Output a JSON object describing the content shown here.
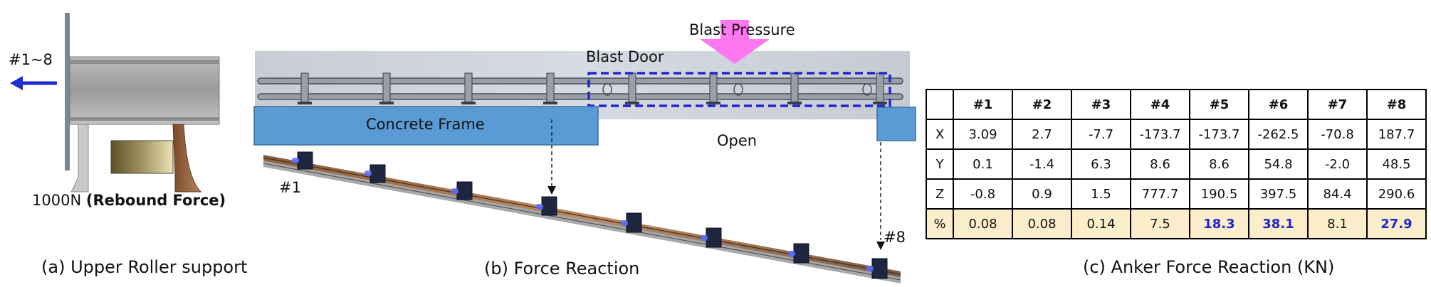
{
  "panel_a": {
    "id_label": "#1~8",
    "force_value": "1000N",
    "force_name": "(Rebound Force)",
    "caption": "(a) Upper Roller support"
  },
  "panel_b": {
    "blast_pressure": "Blast Pressure",
    "blast_door": "Blast Door",
    "concrete_frame": "Concrete Frame",
    "open": "Open",
    "anchor_first": "#1",
    "anchor_last": "#8",
    "caption": "(b) Force Reaction",
    "colors": {
      "pressure": "#ff77ee",
      "frame": "#5b9bd5",
      "dashed_box": "#1f25d6"
    }
  },
  "panel_c": {
    "caption": "(c) Anker Force Reaction (KN)",
    "columns": [
      "#1",
      "#2",
      "#3",
      "#4",
      "#5",
      "#6",
      "#7",
      "#8"
    ],
    "rows": [
      {
        "label": "X",
        "values": [
          "3.09",
          "2.7",
          "-7.7",
          "-173.7",
          "-173.7",
          "-262.5",
          "-70.8",
          "187.7"
        ]
      },
      {
        "label": "Y",
        "values": [
          "0.1",
          "-1.4",
          "6.3",
          "8.6",
          "8.6",
          "54.8",
          "-2.0",
          "48.5"
        ]
      },
      {
        "label": "Z",
        "values": [
          "-0.8",
          "0.9",
          "1.5",
          "777.7",
          "190.5",
          "397.5",
          "84.4",
          "290.6"
        ]
      },
      {
        "label": "%",
        "values": [
          "0.08",
          "0.08",
          "0.14",
          "7.5",
          "18.3",
          "38.1",
          "8.1",
          "27.9"
        ]
      }
    ],
    "highlighted_percent_columns": [
      "#5",
      "#6",
      "#8"
    ],
    "colors": {
      "percent_row_bg": "#fdeecb",
      "highlight_text": "#1f25d6"
    }
  }
}
